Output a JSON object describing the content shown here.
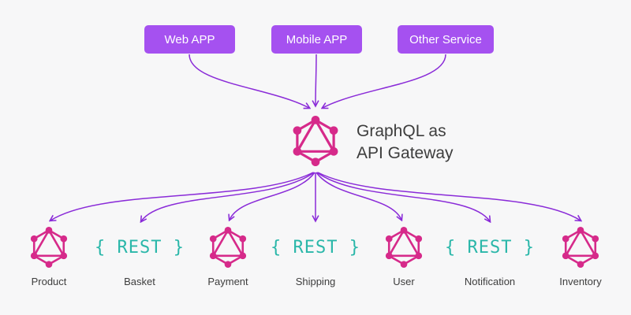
{
  "colors": {
    "bg-color": "#f7f7f8",
    "box-color": "#a551f0",
    "box-text-color": "#ffffff",
    "arrow-color": "#8a2bd8",
    "graphql-color": "#d62a8a",
    "rest-color": "#2ab7a9",
    "label-color": "#3d3d3d"
  },
  "top_boxes": [
    {
      "label": "Web APP"
    },
    {
      "label": "Mobile APP"
    },
    {
      "label": "Other Service"
    }
  ],
  "gateway": {
    "icon": "graphql-logo",
    "label_line1": "GraphQL as",
    "label_line2": "API Gateway"
  },
  "rest_text": "{ REST }",
  "services": [
    {
      "label": "Product",
      "icon": "graphql-logo"
    },
    {
      "label": "Basket",
      "icon": "rest-badge"
    },
    {
      "label": "Payment",
      "icon": "graphql-logo"
    },
    {
      "label": "Shipping",
      "icon": "rest-badge"
    },
    {
      "label": "User",
      "icon": "graphql-logo"
    },
    {
      "label": "Notification",
      "icon": "rest-badge"
    },
    {
      "label": "Inventory",
      "icon": "graphql-logo"
    }
  ]
}
